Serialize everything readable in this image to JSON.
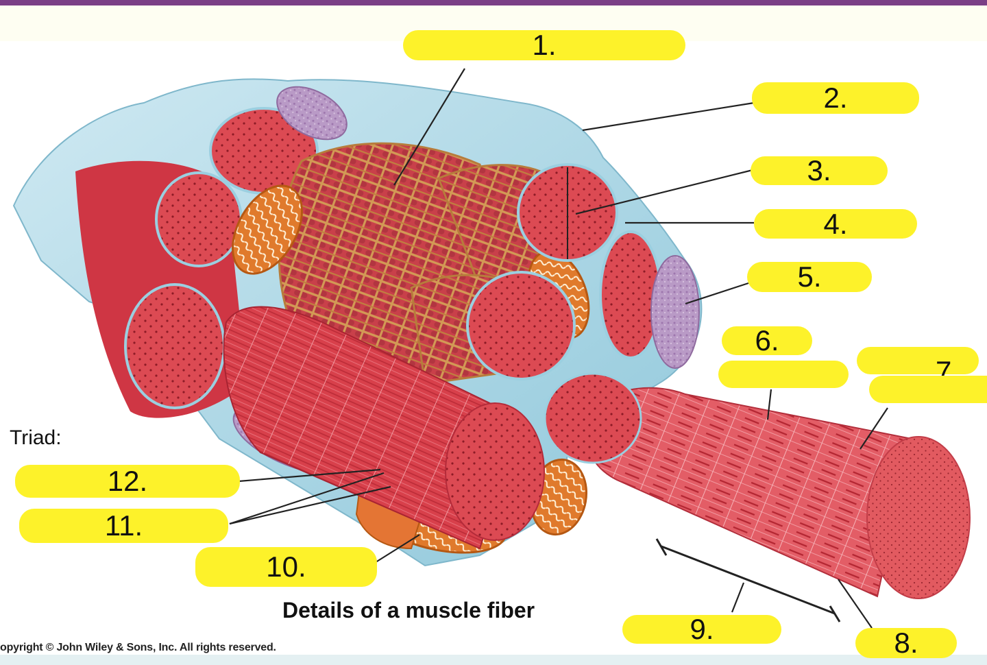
{
  "labels": {
    "l1": "1.",
    "l2": "2.",
    "l3": "3.",
    "l4": "4.",
    "l5": "5.",
    "l6": "6.",
    "l7": "7.",
    "l8": "8.",
    "l9": "9.",
    "l10": "10.",
    "l11": "11.",
    "l12": "12."
  },
  "triad_label": "Triad:",
  "caption": "Details of a muscle fiber",
  "copyright": "opyright © John Wiley & Sons, Inc. All rights reserved.",
  "colors": {
    "highlight": "#fdf22a",
    "muscle": "#d9454f",
    "sarcoplasmic_reticulum": "#c88a45",
    "mitochondria": "#e07a2c",
    "sarcolemma": "#a9d6e4",
    "nucleus": "#b78dc0",
    "frame": "#7b3f86"
  }
}
